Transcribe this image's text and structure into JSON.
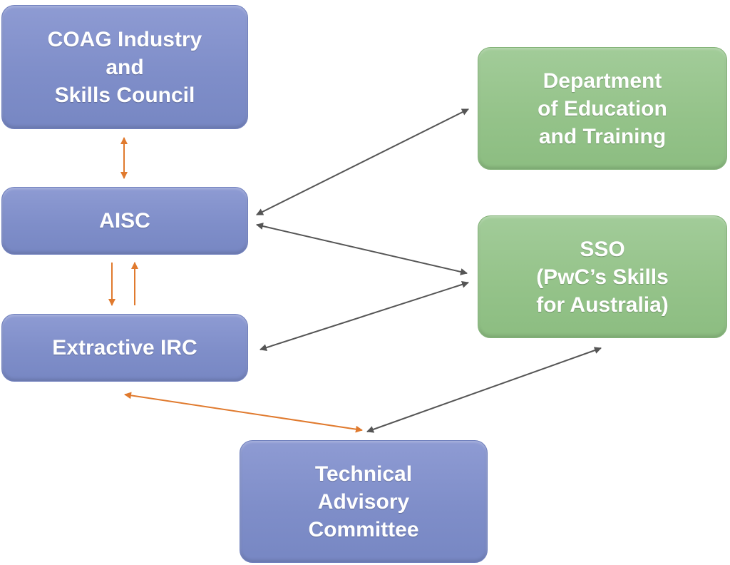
{
  "nodes": {
    "coag": {
      "label": "COAG Industry\nand\nSkills Council",
      "color": "#7f8ec9"
    },
    "aisc": {
      "label": "AISC",
      "color": "#7f8ec9"
    },
    "irc": {
      "label": "Extractive IRC",
      "color": "#7f8ec9"
    },
    "det": {
      "label": "Department\nof Education\nand Training",
      "color": "#95c38a"
    },
    "sso": {
      "label": "SSO\n(PwC’s Skills\nfor Australia)",
      "color": "#95c38a"
    },
    "tac": {
      "label": "Technical\nAdvisory\nCommittee",
      "color": "#7f8ec9"
    }
  },
  "edges": [
    {
      "from": "coag",
      "to": "aisc",
      "direction": "both",
      "color": "#e07a2e"
    },
    {
      "from": "aisc",
      "to": "irc",
      "direction": "forward",
      "color": "#e07a2e"
    },
    {
      "from": "irc",
      "to": "aisc",
      "direction": "forward",
      "color": "#e07a2e"
    },
    {
      "from": "aisc",
      "to": "det",
      "direction": "both",
      "color": "#555555"
    },
    {
      "from": "aisc",
      "to": "sso",
      "direction": "both",
      "color": "#555555"
    },
    {
      "from": "irc",
      "to": "sso",
      "direction": "both",
      "color": "#555555"
    },
    {
      "from": "irc",
      "to": "tac",
      "direction": "both",
      "color": "#e07a2e"
    },
    {
      "from": "tac",
      "to": "sso",
      "direction": "both",
      "color": "#555555"
    }
  ]
}
